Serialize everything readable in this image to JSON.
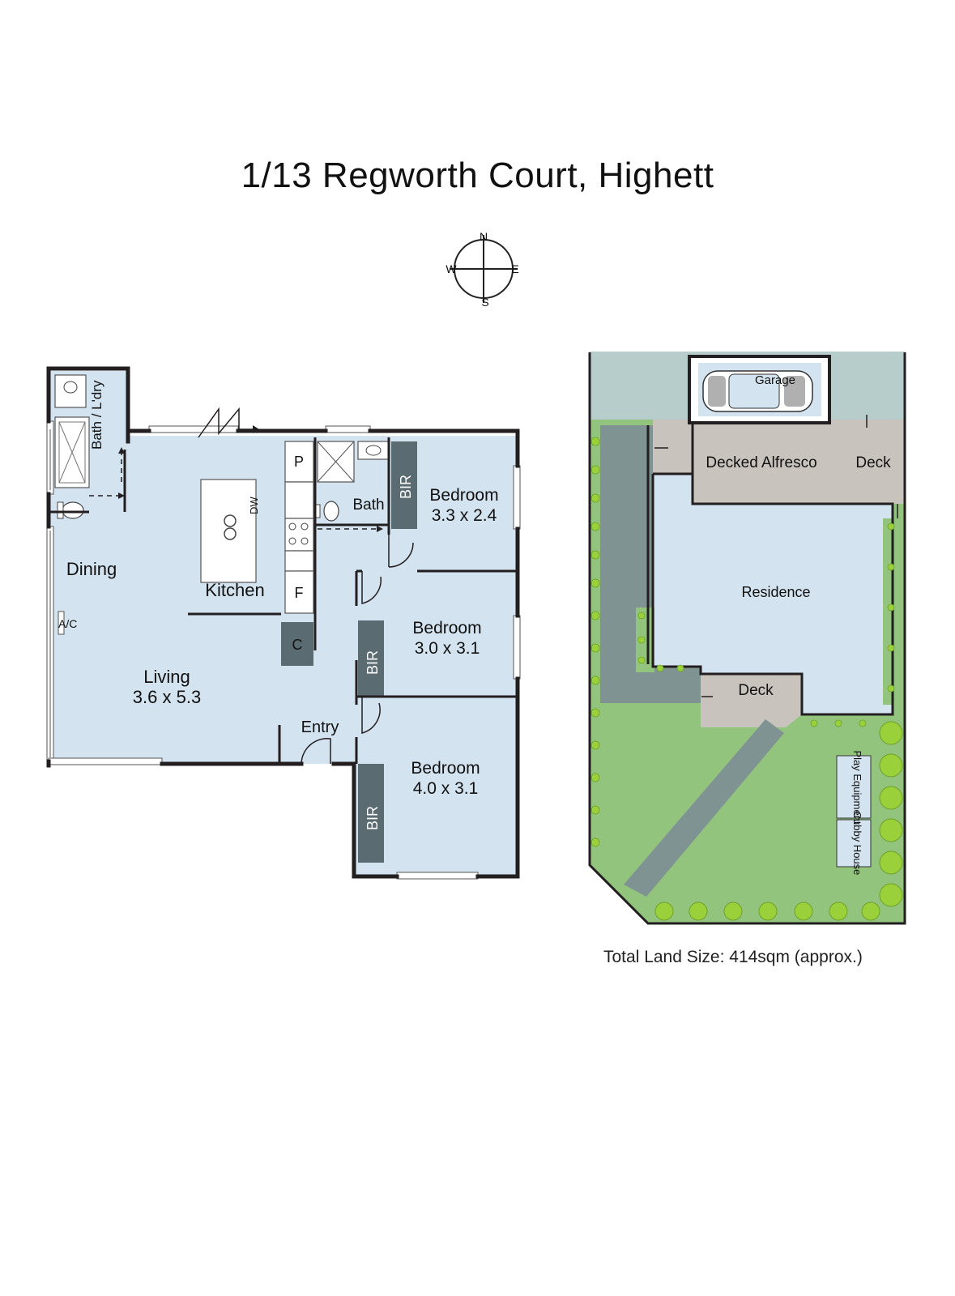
{
  "title": "1/13 Regworth Court, Highett",
  "compass": {
    "n": "N",
    "e": "E",
    "s": "S",
    "w": "W"
  },
  "floor_plan": {
    "bath_laundry": "Bath / L'dry",
    "pantry": "P",
    "fridge": "F",
    "cupboard": "C",
    "dishwasher": "DW",
    "bath": "Bath",
    "dining": "Dining",
    "kitchen": "Kitchen",
    "ac": "A/C",
    "living": "Living",
    "living_size": "3.6 x 5.3",
    "entry": "Entry",
    "bir": "BIR",
    "bedroom_label": "Bedroom",
    "bedroom1_size": "3.3 x 2.4",
    "bedroom2_size": "3.0 x 3.1",
    "bedroom3_size": "4.0 x 3.1"
  },
  "site_plan": {
    "garage": "Garage",
    "decked_alfresco": "Decked Alfresco",
    "deck": "Deck",
    "residence": "Residence",
    "play_equipment": "Play Equipment",
    "cubby_house": "Cubby House"
  },
  "land_size": "Total Land Size: 414sqm (approx.)",
  "colors": {
    "wall": "#231f20",
    "floor": "#d3e3ef",
    "fixture": "#5b6b72",
    "deck": "#c9c3bd",
    "lawn": "#93c47d",
    "hedge": "#9ad13a",
    "paving": "#7f9392"
  }
}
